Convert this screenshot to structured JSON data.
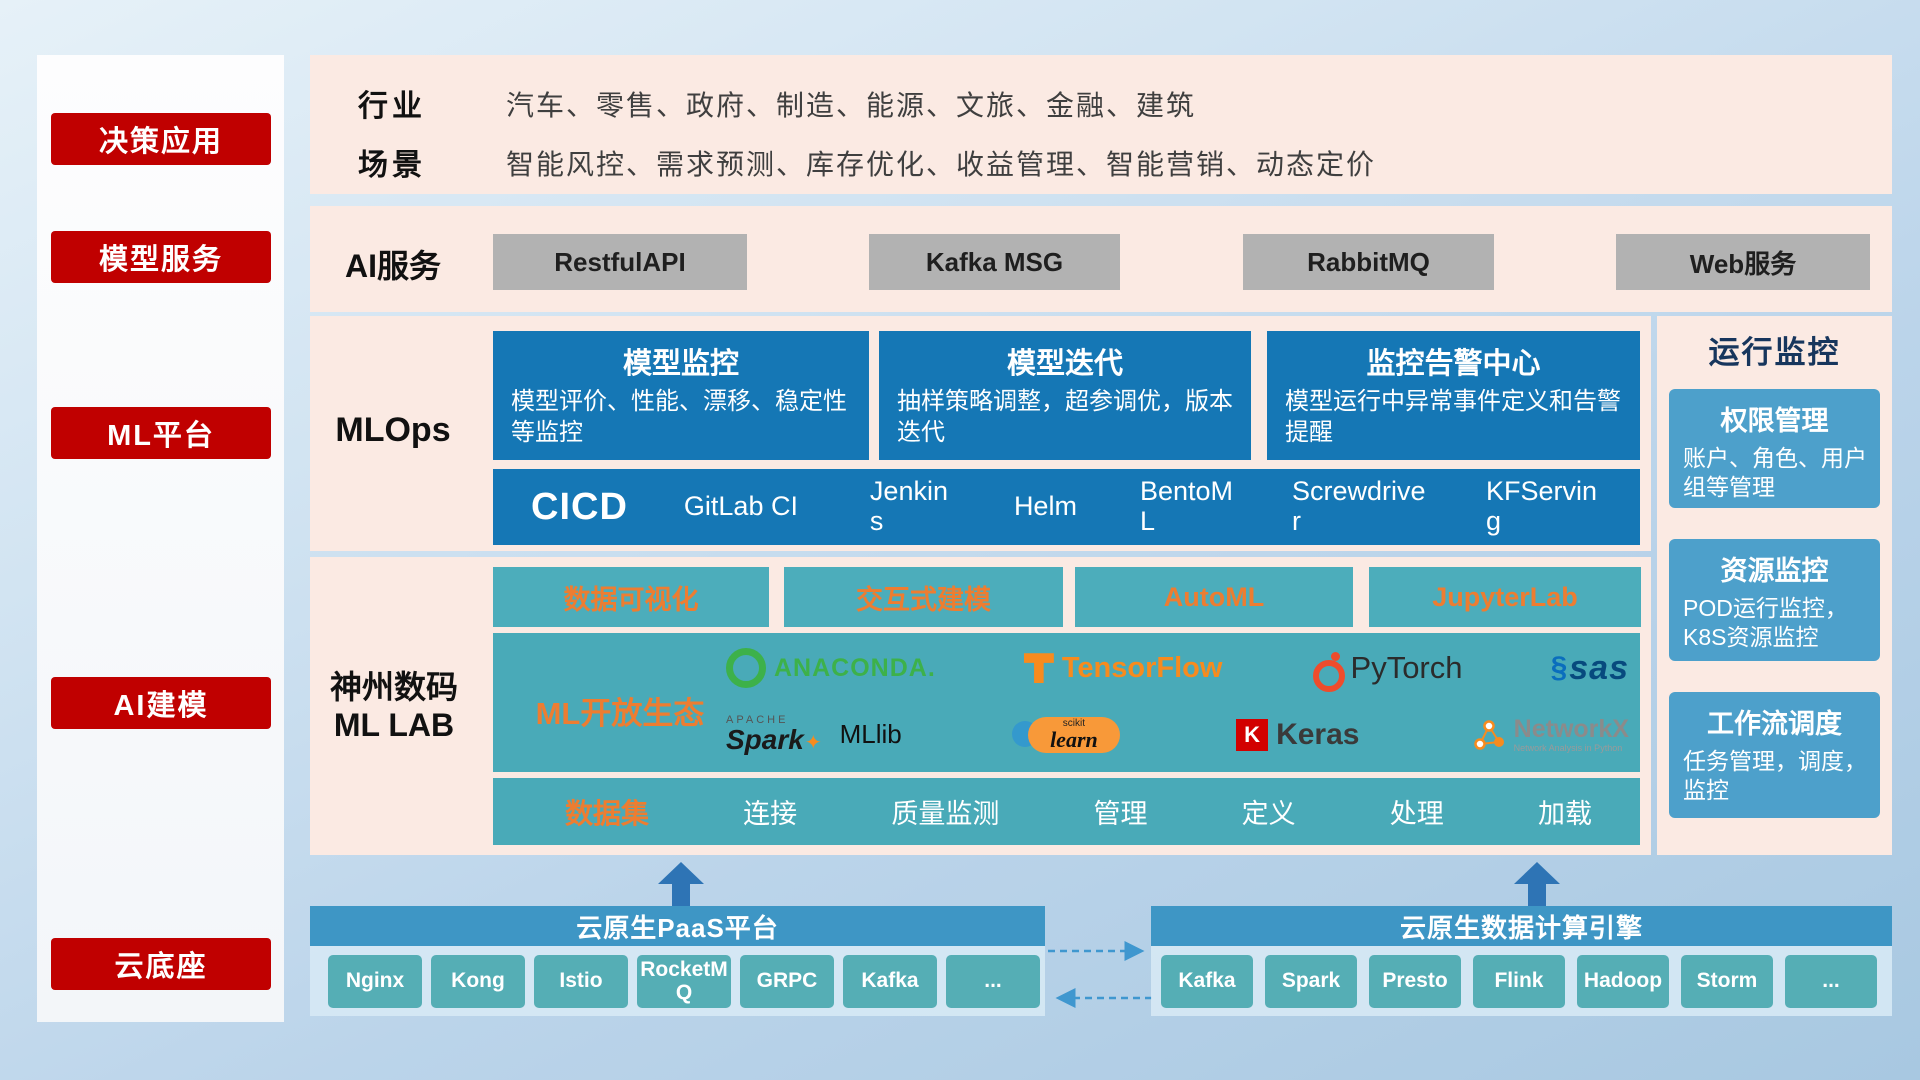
{
  "colors": {
    "sidebar_red": "#c00000",
    "panel_pink": "#fbeae3",
    "mlops_blue": "#1577b5",
    "teal": "#49aab8",
    "monitor_card_blue": "#4da0cb",
    "bottom_bar_blue": "#3e96c5",
    "accent_orange": "#ed7d31"
  },
  "sidebar": {
    "items": [
      {
        "label": "决策应用"
      },
      {
        "label": "模型服务"
      },
      {
        "label": "ML平台"
      },
      {
        "label": "AI建模"
      },
      {
        "label": "云底座"
      }
    ]
  },
  "industry": {
    "row1_label": "行业",
    "row1_text": "汽车、零售、政府、制造、能源、文旅、金融、建筑",
    "row2_label": "场景",
    "row2_text": "智能风控、需求预测、库存优化、收益管理、智能营销、动态定价"
  },
  "ai_service": {
    "label": "AI服务",
    "buttons": [
      "RestfulAPI",
      "Kafka MSG",
      "RabbitMQ",
      "Web服务"
    ]
  },
  "mlops": {
    "label": "MLOps",
    "cards": [
      {
        "title": "模型监控",
        "desc": "模型评价、性能、漂移、稳定性等监控"
      },
      {
        "title": "模型迭代",
        "desc": "抽样策略调整，超参调优，版本迭代"
      },
      {
        "title": "监控告警中心",
        "desc": "模型运行中异常事件定义和告警提醒"
      }
    ],
    "cicd_label": "CICD",
    "cicd_items": [
      "GitLab CI",
      "Jenkins",
      "Helm",
      "BentoML",
      "Screwdriver",
      "KFServing"
    ]
  },
  "monitoring": {
    "title": "运行监控",
    "cards": [
      {
        "title": "权限管理",
        "desc": "账户、角色、用户组等管理"
      },
      {
        "title": "资源监控",
        "desc": "POD运行监控，K8S资源监控"
      },
      {
        "title": "工作流调度",
        "desc": "任务管理，调度，监控"
      }
    ]
  },
  "mllab": {
    "label_line1": "神州数码",
    "label_line2": "ML LAB",
    "tools": [
      "数据可视化",
      "交互式建模",
      "AutoML",
      "JupyterLab"
    ],
    "ecosystem_label": "ML开放生态",
    "dataset_label": "数据集",
    "dataset_items": [
      "连接",
      "质量监测",
      "管理",
      "定义",
      "处理",
      "加载"
    ]
  },
  "logos": {
    "anaconda": "ANACONDA.",
    "tensorflow": "TensorFlow",
    "pytorch": "PyTorch",
    "sas_mark": "§",
    "sas": "sas",
    "apache": "APACHE",
    "spark": "Spark",
    "spark_star": "✦",
    "mllib": "MLlib",
    "scikit": "scikit",
    "learn": "learn",
    "keras_k": "K",
    "keras": "Keras",
    "networkx": "NetworkX",
    "networkx_sub": "Network Analysis in Python"
  },
  "cloud": {
    "paas": {
      "title": "云原生PaaS平台",
      "items": [
        "Nginx",
        "Kong",
        "Istio",
        "RocketMQ",
        "GRPC",
        "Kafka",
        "..."
      ]
    },
    "compute": {
      "title": "云原生数据计算引擎",
      "items": [
        "Kafka",
        "Spark",
        "Presto",
        "Flink",
        "Hadoop",
        "Storm",
        "..."
      ]
    }
  }
}
